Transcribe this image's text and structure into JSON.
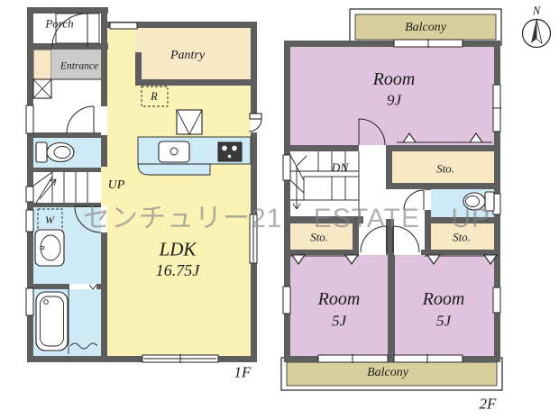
{
  "watermark": {
    "part1": "センチュリー21",
    "part2": "ESTATE",
    "part3": "UP"
  },
  "compass": {
    "north": "N"
  },
  "floor1": {
    "floor_label": "1F",
    "porch": "Porch",
    "entrance": "Entrance",
    "pantry": "Pantry",
    "fridge": "R",
    "stairs_up": "UP",
    "washer": "W",
    "ldk_name": "LDK",
    "ldk_size": "16.75J"
  },
  "floor2": {
    "floor_label": "2F",
    "balcony_top": "Balcony",
    "balcony_bottom": "Balcony",
    "room9_name": "Room",
    "room9_size": "9J",
    "stairs_down": "DN",
    "sto_under_room9": "Sto.",
    "sto_left": "Sto.",
    "sto_right": "Sto.",
    "room5a_name": "Room",
    "room5a_size": "5J",
    "room5b_name": "Room",
    "room5b_size": "5J"
  },
  "colors": {
    "wall": "#5e5e5e",
    "ldk-yellow": "#fbf3b6",
    "cream": "#f8e8c6",
    "pink": "#dfc3df",
    "wet-blue": "#cfeaf7",
    "tan": "#d9cf9c",
    "entrance-gray": "#cbcbcb"
  }
}
